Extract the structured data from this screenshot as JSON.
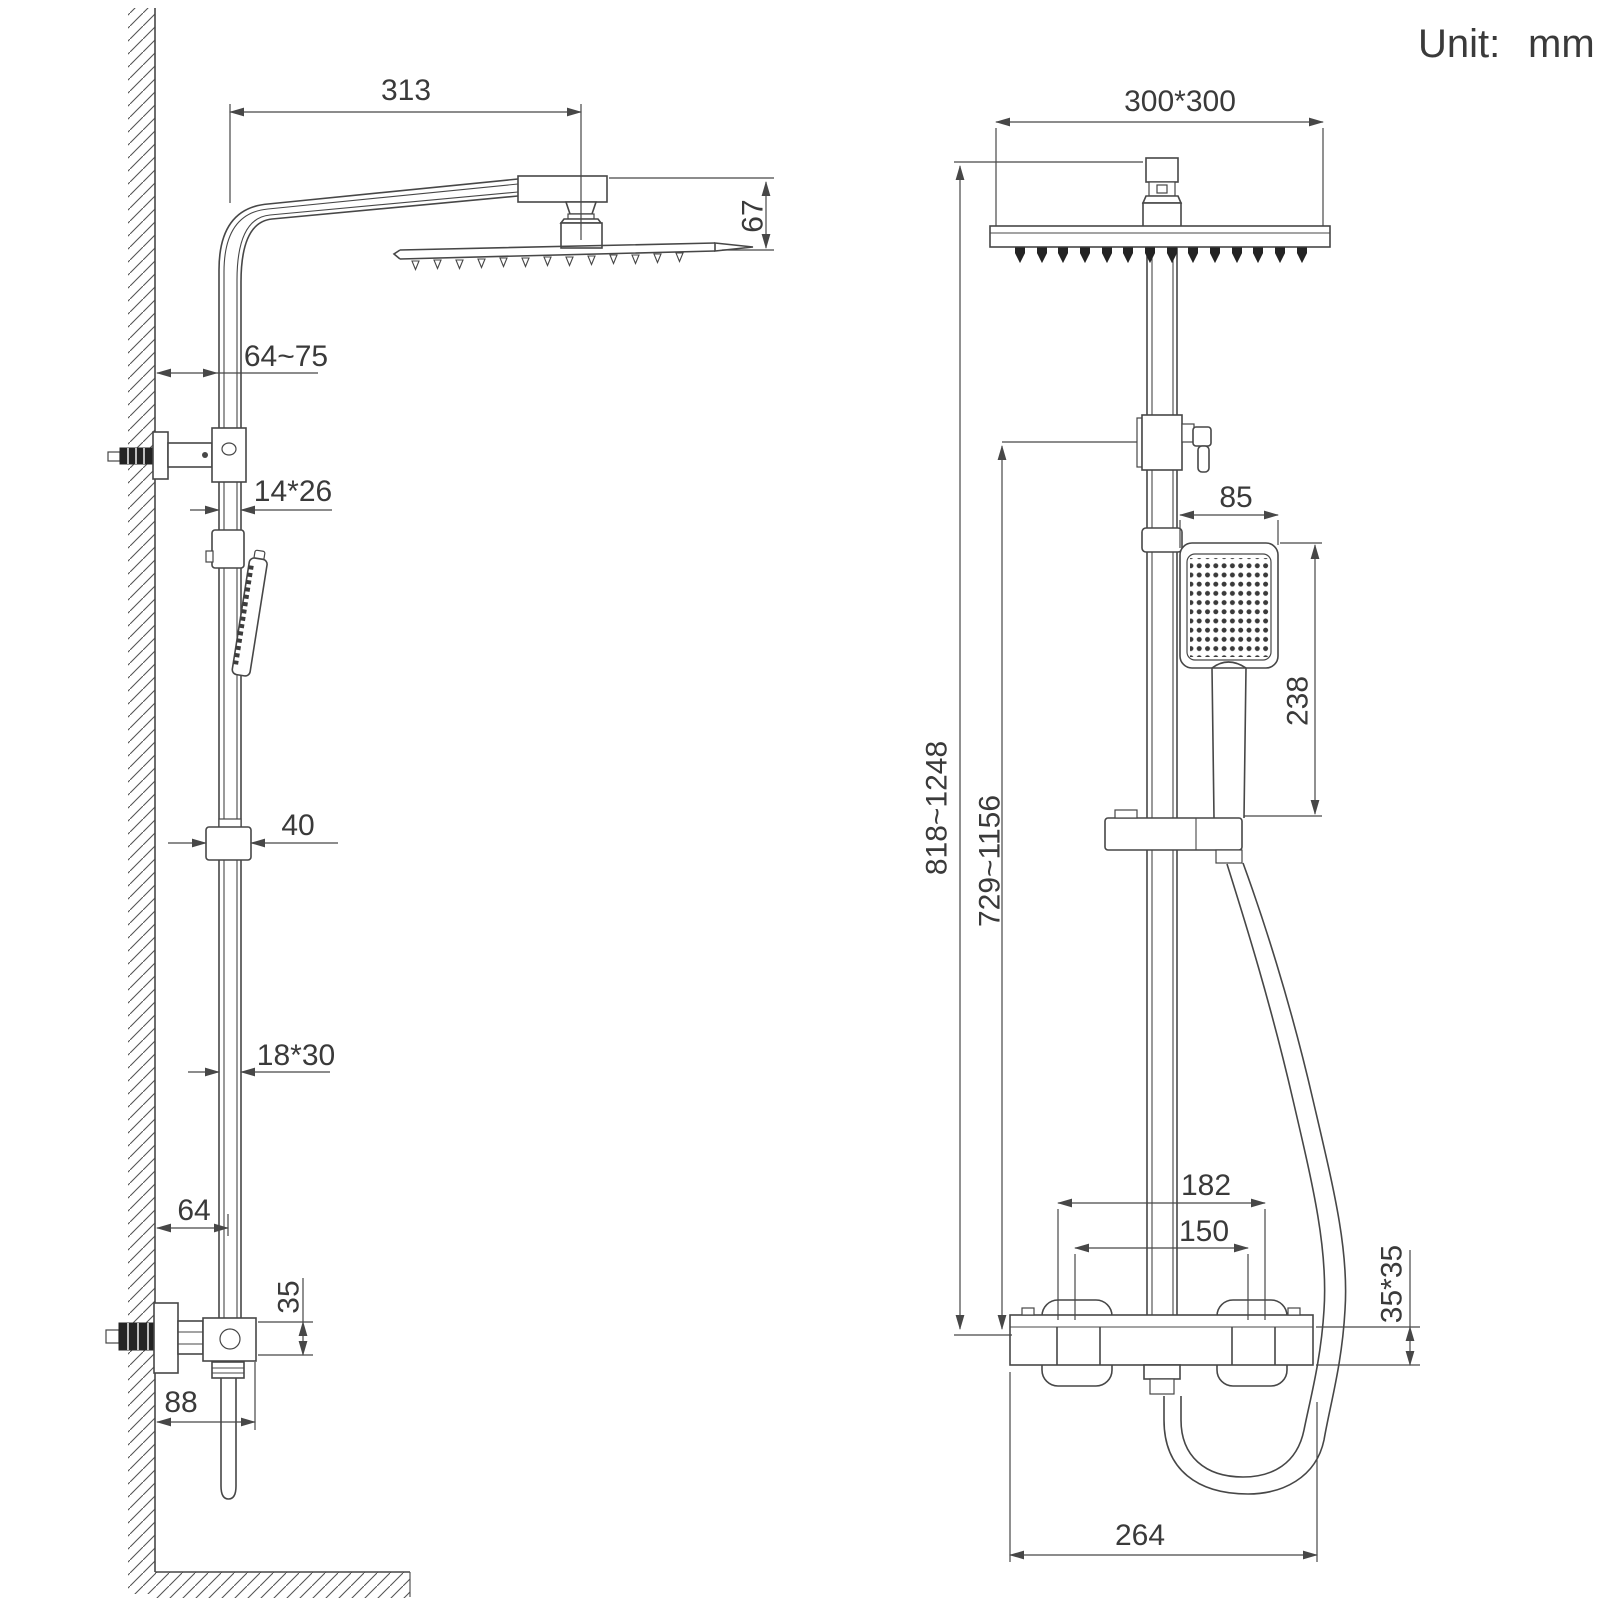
{
  "meta": {
    "unit_label": "Unit:",
    "unit_value": "mm"
  },
  "side_view": {
    "dims": {
      "arm_reach": "313",
      "head_drop": "67",
      "wall_clearance": "64~75",
      "upper_pipe_section": "14*26",
      "slider_width": "40",
      "lower_pipe_section": "18*30",
      "valve_wall_offset": "64",
      "valve_body_height": "35",
      "valve_depth": "88"
    }
  },
  "front_view": {
    "dims": {
      "rain_head_size": "300*300",
      "hand_shower_width": "85",
      "hand_shower_length": "238",
      "overall_height_range": "818~1248",
      "riser_height_range": "729~1156",
      "union_spacing": "182",
      "inlet_spacing": "150",
      "valve_cross_section": "35*35",
      "valve_width": "264"
    }
  }
}
